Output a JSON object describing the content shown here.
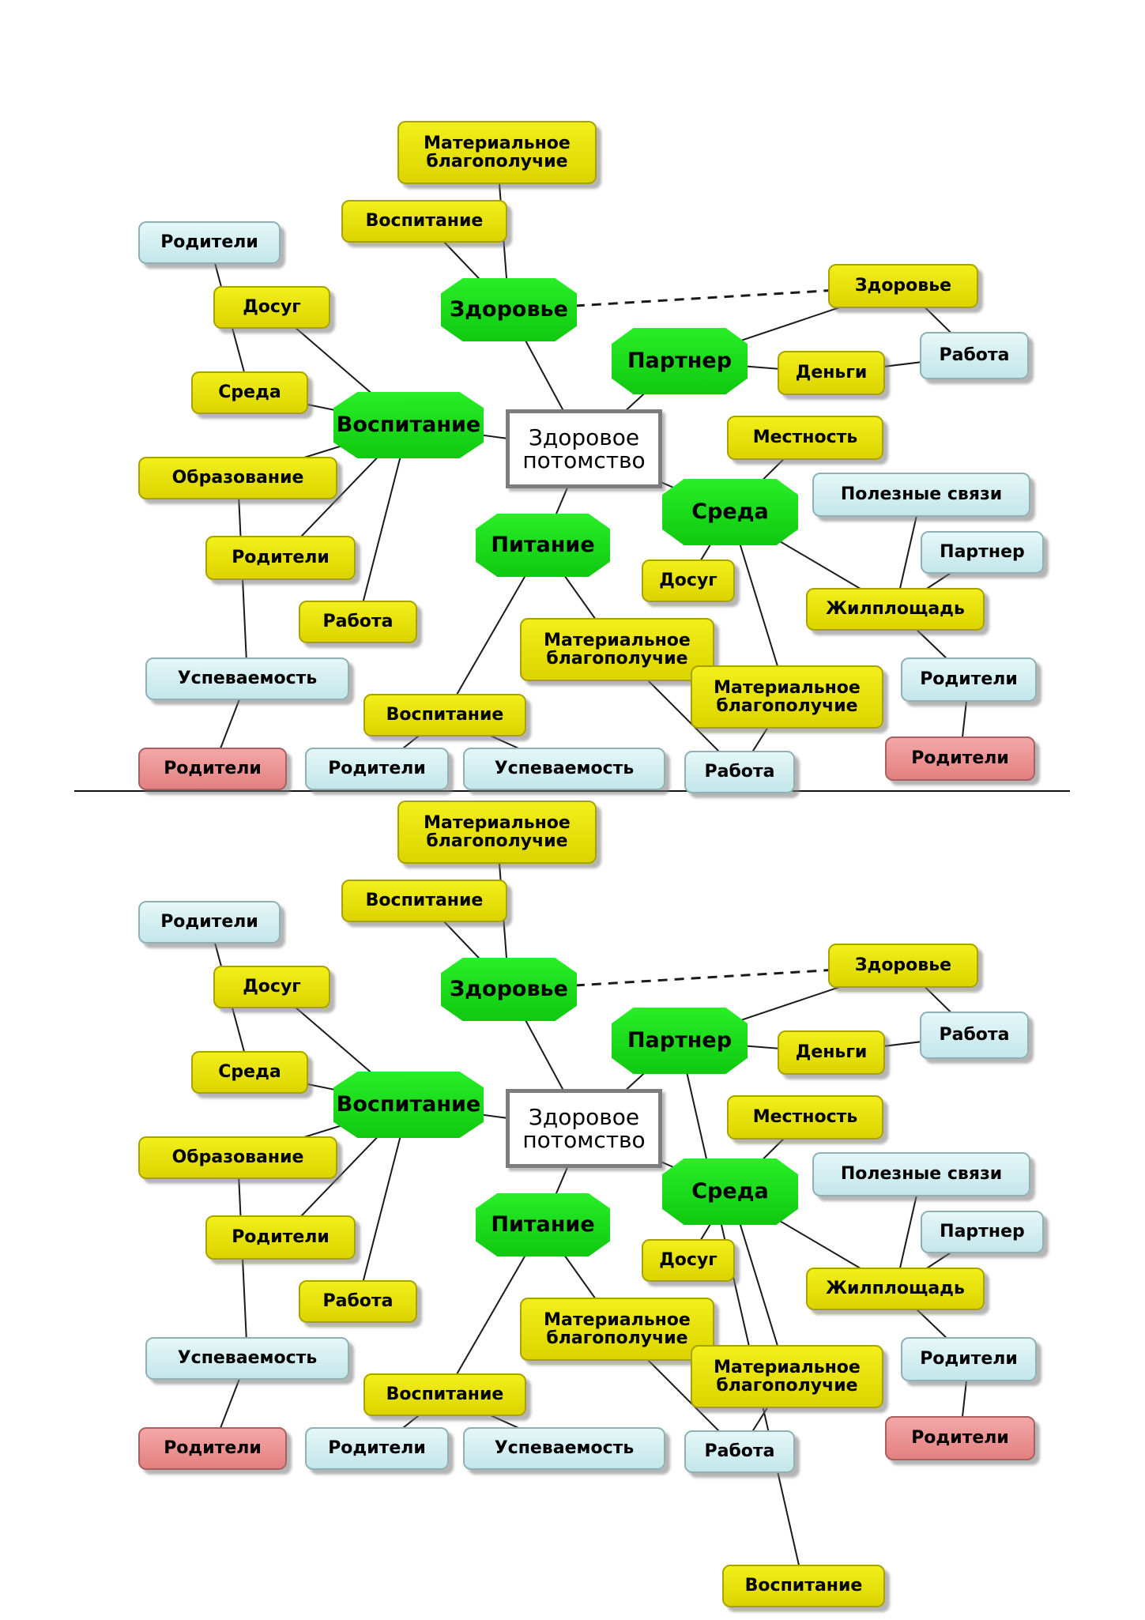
{
  "mindmaps": [
    {
      "name": "upper",
      "nodes": [
        {
          "id": "center",
          "text": "Здоровое\nпотомство",
          "style": "center"
        },
        {
          "id": "zdorovye",
          "text": "Здоровье",
          "style": "green"
        },
        {
          "id": "vospitanie",
          "text": "Воспитание",
          "style": "green"
        },
        {
          "id": "pitanie",
          "text": "Питание",
          "style": "green"
        },
        {
          "id": "partner",
          "text": "Партнер",
          "style": "green"
        },
        {
          "id": "sreda",
          "text": "Среда",
          "style": "green"
        },
        {
          "id": "mat_top",
          "text": "Материальное\nблагополучие",
          "style": "yellow"
        },
        {
          "id": "vosp_top",
          "text": "Воспитание",
          "style": "yellow"
        },
        {
          "id": "roditeli_tl",
          "text": "Родители",
          "style": "blue"
        },
        {
          "id": "dosug_l",
          "text": "Досуг",
          "style": "yellow"
        },
        {
          "id": "sreda_l",
          "text": "Среда",
          "style": "yellow"
        },
        {
          "id": "obrazovanie",
          "text": "Образование",
          "style": "yellow"
        },
        {
          "id": "roditeli_y",
          "text": "Родители",
          "style": "yellow"
        },
        {
          "id": "rabota_y",
          "text": "Работа",
          "style": "yellow"
        },
        {
          "id": "uspev_l",
          "text": "Успеваемость",
          "style": "blue"
        },
        {
          "id": "roditeli_red_l",
          "text": "Родители",
          "style": "red"
        },
        {
          "id": "vosp_bot",
          "text": "Воспитание",
          "style": "yellow"
        },
        {
          "id": "roditeli_b",
          "text": "Родители",
          "style": "blue"
        },
        {
          "id": "uspev_b",
          "text": "Успеваемость",
          "style": "blue"
        },
        {
          "id": "mat_pit",
          "text": "Материальное\nблагополучие",
          "style": "yellow"
        },
        {
          "id": "rabota_b",
          "text": "Работа",
          "style": "blue"
        },
        {
          "id": "zdorovye_r",
          "text": "Здоровье",
          "style": "yellow"
        },
        {
          "id": "rabota_r",
          "text": "Работа",
          "style": "blue"
        },
        {
          "id": "dengi",
          "text": "Деньги",
          "style": "yellow"
        },
        {
          "id": "mestnost",
          "text": "Местность",
          "style": "yellow"
        },
        {
          "id": "polez",
          "text": "Полезные связи",
          "style": "blue"
        },
        {
          "id": "partner_b",
          "text": "Партнер",
          "style": "blue"
        },
        {
          "id": "dosug_r",
          "text": "Досуг",
          "style": "yellow"
        },
        {
          "id": "zhilpl",
          "text": "Жилплощадь",
          "style": "yellow"
        },
        {
          "id": "mat_sreda",
          "text": "Материальное\nблагополучие",
          "style": "yellow"
        },
        {
          "id": "roditeli_br",
          "text": "Родители",
          "style": "blue"
        },
        {
          "id": "roditeli_red_r",
          "text": "Родители",
          "style": "red"
        }
      ]
    },
    {
      "name": "lower",
      "nodes": [
        {
          "id": "center",
          "text": "Здоровое\nпотомство",
          "style": "center"
        },
        {
          "id": "zdorovye",
          "text": "Здоровье",
          "style": "green"
        },
        {
          "id": "vospitanie",
          "text": "Воспитание",
          "style": "green"
        },
        {
          "id": "pitanie",
          "text": "Питание",
          "style": "green"
        },
        {
          "id": "partner",
          "text": "Партнер",
          "style": "green"
        },
        {
          "id": "sreda",
          "text": "Среда",
          "style": "green"
        },
        {
          "id": "mat_top",
          "text": "Материальное\nблагополучие",
          "style": "yellow"
        },
        {
          "id": "vosp_top",
          "text": "Воспитание",
          "style": "yellow"
        },
        {
          "id": "vosp_partner",
          "text": "Воспитание",
          "style": "yellow"
        },
        {
          "id": "roditeli_tl",
          "text": "Родители",
          "style": "blue"
        },
        {
          "id": "dosug_l",
          "text": "Досуг",
          "style": "yellow"
        },
        {
          "id": "sreda_l",
          "text": "Среда",
          "style": "yellow"
        },
        {
          "id": "obrazovanie",
          "text": "Образование",
          "style": "yellow"
        },
        {
          "id": "roditeli_y",
          "text": "Родители",
          "style": "yellow"
        },
        {
          "id": "rabota_y",
          "text": "Работа",
          "style": "yellow"
        },
        {
          "id": "uspev_l",
          "text": "Успеваемость",
          "style": "blue"
        },
        {
          "id": "roditeli_red_l",
          "text": "Родители",
          "style": "red"
        },
        {
          "id": "vosp_bot",
          "text": "Воспитание",
          "style": "yellow"
        },
        {
          "id": "roditeli_b",
          "text": "Родители",
          "style": "blue"
        },
        {
          "id": "uspev_b",
          "text": "Успеваемость",
          "style": "blue"
        },
        {
          "id": "mat_pit",
          "text": "Материальное\nблагополучие",
          "style": "yellow"
        },
        {
          "id": "rabota_b",
          "text": "Работа",
          "style": "blue"
        },
        {
          "id": "zdorovye_r",
          "text": "Здоровье",
          "style": "yellow"
        },
        {
          "id": "rabota_r",
          "text": "Работа",
          "style": "blue"
        },
        {
          "id": "dengi",
          "text": "Деньги",
          "style": "yellow"
        },
        {
          "id": "mestnost",
          "text": "Местность",
          "style": "yellow"
        },
        {
          "id": "polez",
          "text": "Полезные связи",
          "style": "blue"
        },
        {
          "id": "partner_b",
          "text": "Партнер",
          "style": "blue"
        },
        {
          "id": "dosug_r",
          "text": "Досуг",
          "style": "yellow"
        },
        {
          "id": "zhilpl",
          "text": "Жилплощадь",
          "style": "yellow"
        },
        {
          "id": "mat_sreda",
          "text": "Материальное\nблагополучие",
          "style": "yellow"
        },
        {
          "id": "roditeli_br",
          "text": "Родители",
          "style": "blue"
        },
        {
          "id": "roditeli_red_r",
          "text": "Родители",
          "style": "red"
        }
      ]
    }
  ],
  "colors": {
    "primary_node": "#1ed81e",
    "secondary_node": "#e8e400",
    "tertiary_node": "#d3eef1",
    "leaf_node": "#eb8e8e",
    "connector": "#1a1a1a"
  }
}
